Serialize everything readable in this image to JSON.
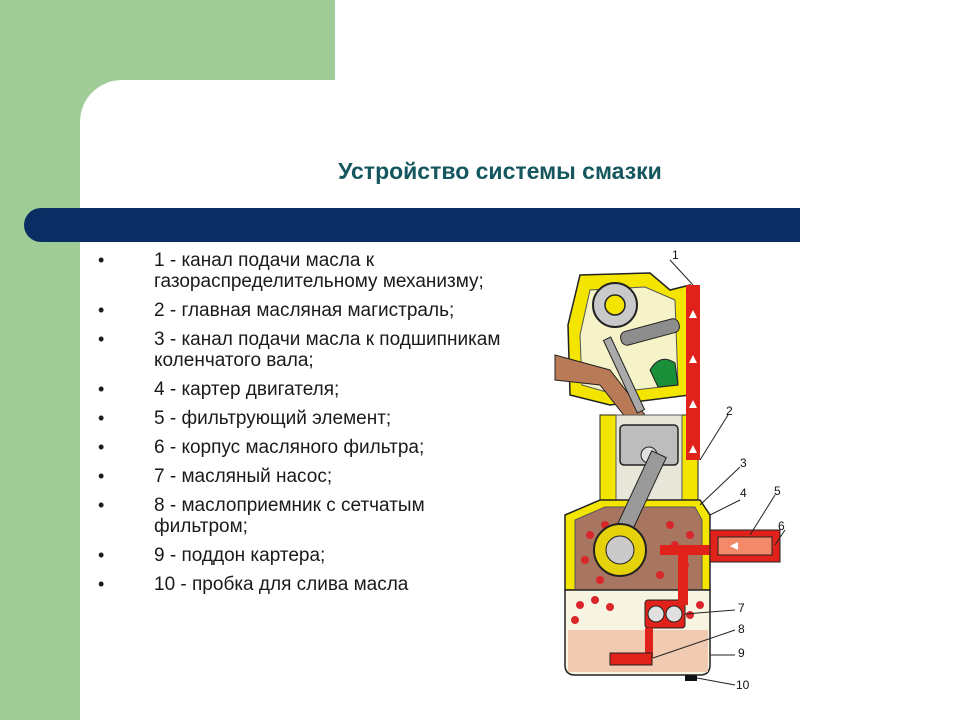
{
  "slide": {
    "title": "Устройство системы смазки",
    "legend": [
      "1 - канал подачи масла к газораспределительному механизму;",
      "2 - главная масляная магистраль;",
      "3 - канал подачи масла к подшипникам коленчатого вала;",
      "4 - картер двигателя;",
      "5 - фильтрующий элемент;",
      "6 - корпус масляного фильтра;",
      "7 - масляный насос;",
      "8 - маслоприемник с сетчатым фильтром;",
      "9 - поддон картера;",
      "10 - пробка для слива масла"
    ],
    "diagram_labels": [
      "1",
      "2",
      "3",
      "4",
      "5",
      "6",
      "7",
      "8",
      "9",
      "10"
    ],
    "colors": {
      "green_background": "#a0cc97",
      "title_color": "#15575e",
      "bar_color": "#0a2e63",
      "oil_red": "#e0221a",
      "engine_yellow": "#f3e500"
    }
  }
}
